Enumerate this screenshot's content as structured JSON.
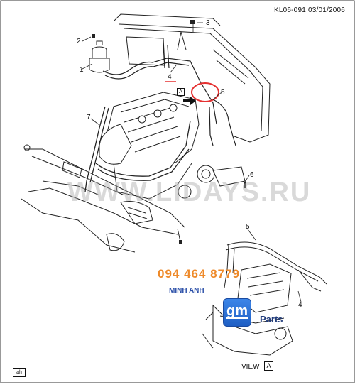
{
  "header": {
    "doc_ref": "KL06-091  03/01/2006"
  },
  "callouts": {
    "c1": "1",
    "c2": "2",
    "c3": "3",
    "c4": "4",
    "c5": "5",
    "c6": "6",
    "c7": "7",
    "c5b": "5",
    "c4b": "4"
  },
  "view_marker": {
    "letter": "A"
  },
  "view_caption": {
    "label": "VIEW",
    "letter": "A"
  },
  "footer_tag": "ah",
  "watermark": "WWW.LIDAYS.RU",
  "overlay": {
    "phone": "094 464 8779",
    "dealer": "MINH ANH",
    "logo": "gm",
    "parts": "Parts"
  },
  "colors": {
    "highlight": "#e53030",
    "phone": "#ee8a2a",
    "gm_blue": "#1f5fc4"
  }
}
